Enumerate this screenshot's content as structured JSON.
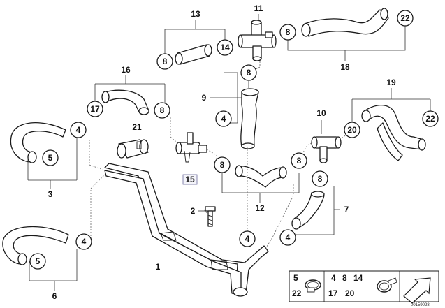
{
  "callouts": {
    "c13_8": "8",
    "c13_14": "14",
    "c11_8": "8",
    "c11_22": "22",
    "c9_8": "8",
    "c9_4": "4",
    "c16_17": "17",
    "c16_8": "8",
    "c3_4": "4",
    "c3_5": "5",
    "c12_8a": "8",
    "c12_8b": "8",
    "c10_20": "20",
    "c19_22": "22",
    "c7_8": "8",
    "c7_4": "4",
    "c6_4": "4",
    "c6_5": "5",
    "c1_4": "4"
  },
  "labels": {
    "l1": "1",
    "l2": "2",
    "l3": "3",
    "l6": "6",
    "l7": "7",
    "l9": "9",
    "l10": "10",
    "l11": "11",
    "l12": "12",
    "l13": "13",
    "l15": "15",
    "l16": "16",
    "l18": "18",
    "l19": "19",
    "l21": "21"
  },
  "legend": {
    "r1c1": "5",
    "r1c2": "4",
    "r1c3": "8",
    "r1c4": "14",
    "r2c1": "22",
    "r2c2": "17",
    "r2c3": "20"
  },
  "diagram_id": "00159028"
}
